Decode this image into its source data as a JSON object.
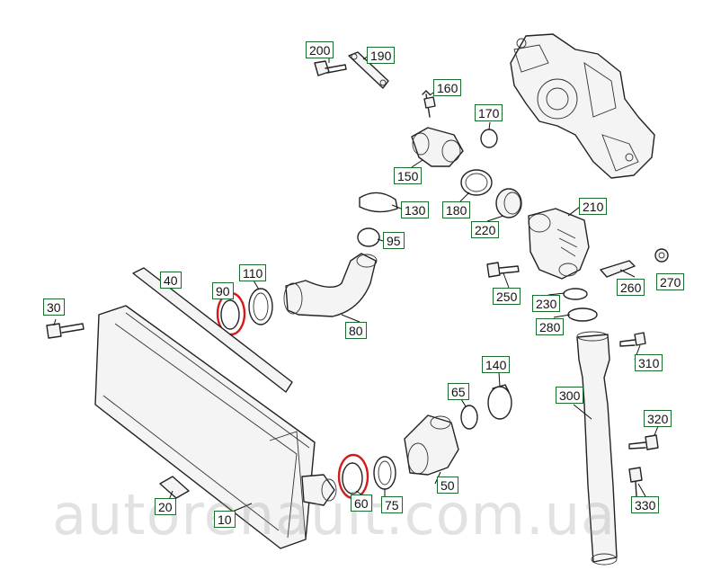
{
  "watermark": "autorenault.com.ua",
  "parts": [
    {
      "id": "label-200",
      "text": "200"
    },
    {
      "id": "label-190",
      "text": "190"
    },
    {
      "id": "label-160",
      "text": "160"
    },
    {
      "id": "label-170",
      "text": "170"
    },
    {
      "id": "label-150",
      "text": "150"
    },
    {
      "id": "label-130",
      "text": "130"
    },
    {
      "id": "label-180",
      "text": "180"
    },
    {
      "id": "label-220",
      "text": "220"
    },
    {
      "id": "label-210",
      "text": "210"
    },
    {
      "id": "label-95",
      "text": "95"
    },
    {
      "id": "label-40",
      "text": "40"
    },
    {
      "id": "label-110",
      "text": "110"
    },
    {
      "id": "label-90",
      "text": "90"
    },
    {
      "id": "label-30",
      "text": "30"
    },
    {
      "id": "label-80",
      "text": "80"
    },
    {
      "id": "label-250",
      "text": "250"
    },
    {
      "id": "label-230",
      "text": "230"
    },
    {
      "id": "label-260",
      "text": "260"
    },
    {
      "id": "label-270",
      "text": "270"
    },
    {
      "id": "label-280",
      "text": "280"
    },
    {
      "id": "label-310",
      "text": "310"
    },
    {
      "id": "label-140",
      "text": "140"
    },
    {
      "id": "label-65",
      "text": "65"
    },
    {
      "id": "label-300",
      "text": "300"
    },
    {
      "id": "label-320",
      "text": "320"
    },
    {
      "id": "label-50",
      "text": "50"
    },
    {
      "id": "label-60",
      "text": "60"
    },
    {
      "id": "label-75",
      "text": "75"
    },
    {
      "id": "label-20",
      "text": "20"
    },
    {
      "id": "label-10",
      "text": "10"
    },
    {
      "id": "label-330",
      "text": "330"
    }
  ]
}
